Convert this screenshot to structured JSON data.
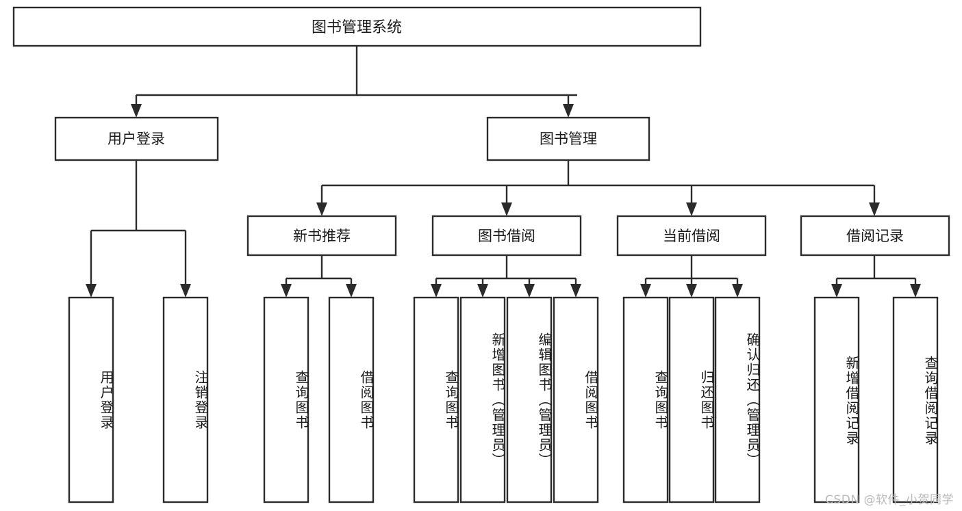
{
  "diagram": {
    "title": "图书管理系统",
    "type": "tree",
    "root": {
      "label": "图书管理系统",
      "children": [
        {
          "label": "用户登录",
          "children": [
            {
              "label": "用户登录"
            },
            {
              "label": "注销登录"
            }
          ]
        },
        {
          "label": "图书管理",
          "children": [
            {
              "label": "新书推荐",
              "children": [
                {
                  "label": "查询图书"
                },
                {
                  "label": "借阅图书"
                }
              ]
            },
            {
              "label": "图书借阅",
              "children": [
                {
                  "label": "查询图书"
                },
                {
                  "label": "新增图书（管理员）"
                },
                {
                  "label": "编辑图书（管理员）"
                },
                {
                  "label": "借阅图书"
                }
              ]
            },
            {
              "label": "当前借阅",
              "children": [
                {
                  "label": "查询图书"
                },
                {
                  "label": "归还图书"
                },
                {
                  "label": "确认归还（管理员）"
                }
              ]
            },
            {
              "label": "借阅记录",
              "children": [
                {
                  "label": "新增借阅记录"
                },
                {
                  "label": "查询借阅记录"
                }
              ]
            }
          ]
        }
      ]
    }
  },
  "nodes": {
    "root": "图书管理系统",
    "l1_user_login": "用户登录",
    "l1_book_manage": "图书管理",
    "l2_user_login": "用户登录",
    "l2_logout": "注销登录",
    "l2_new_book_rec": "新书推荐",
    "l2_book_borrow": "图书借阅",
    "l2_current_borrow": "当前借阅",
    "l2_borrow_record": "借阅记录",
    "leaf_rec_query": "查询图书",
    "leaf_rec_borrow": "借阅图书",
    "leaf_borrow_query": "查询图书",
    "leaf_borrow_add": "新增图书（管理员）",
    "leaf_borrow_edit": "编辑图书（管理员）",
    "leaf_borrow_borrow": "借阅图书",
    "leaf_cur_query": "查询图书",
    "leaf_cur_return": "归还图书",
    "leaf_cur_confirm": "确认归还（管理员）",
    "leaf_rec_add": "新增借阅记录",
    "leaf_rec_query2": "查询借阅记录"
  },
  "watermark": {
    "text": "CSDN @软件_小贺同学"
  },
  "colors": {
    "stroke": "#2b2b2b",
    "fill": "#ffffff",
    "text": "#1a1a1a",
    "watermark": "#b9b9b9"
  }
}
